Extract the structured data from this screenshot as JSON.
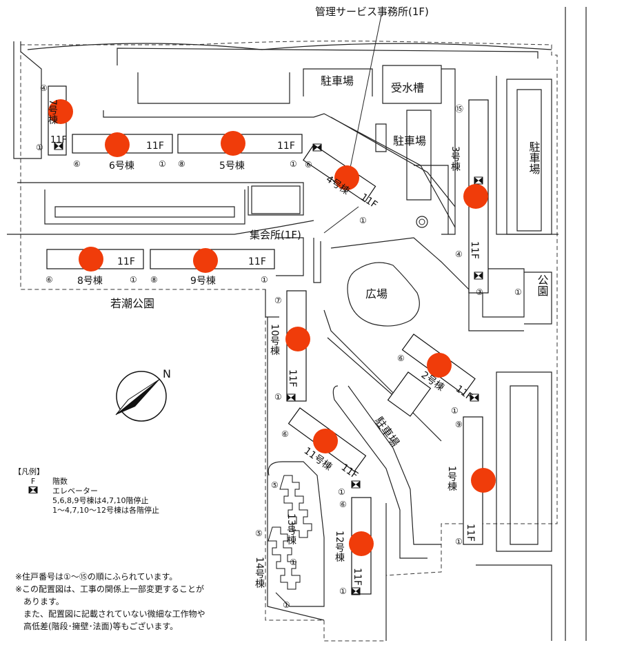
{
  "callouts": {
    "management_office": "管理サービス事務所(1F)",
    "meeting_hall": "集会所(1F)"
  },
  "areas": {
    "parking_top": "駐車場",
    "water_tank": "受水槽",
    "parking_center": "駐車場",
    "parking_right": "駐車場",
    "parking_bottom": "駐車場",
    "plaza": "広場",
    "park_right": "公園",
    "wakashio_park": "若潮公園"
  },
  "buildings": {
    "b7": {
      "name": "7号棟",
      "floors": "11F",
      "unit_a": "④",
      "unit_b": "①"
    },
    "b6": {
      "name": "6号棟",
      "floors": "11F",
      "unit_a": "⑥",
      "unit_b": "①"
    },
    "b5": {
      "name": "5号棟",
      "floors": "11F",
      "unit_a": "⑧",
      "unit_b": "①"
    },
    "b4": {
      "name": "4号棟",
      "floors": "11F",
      "unit_a": "⑥",
      "unit_b": "①"
    },
    "b3": {
      "name": "3号棟",
      "floors": "11F",
      "unit_a": "⑮",
      "unit_b": "④",
      "unit_c": "③",
      "unit_d": "①"
    },
    "b8": {
      "name": "8号棟",
      "floors": "11F",
      "unit_a": "⑥",
      "unit_b": "①"
    },
    "b9": {
      "name": "9号棟",
      "floors": "11F",
      "unit_a": "⑧",
      "unit_b": "①"
    },
    "b10": {
      "name": "10号棟",
      "floors": "11F",
      "unit_a": "⑦",
      "unit_b": "①"
    },
    "b2": {
      "name": "2号棟",
      "floors": "11F",
      "unit_a": "⑥",
      "unit_b": "①"
    },
    "b11": {
      "name": "11号棟",
      "floors": "11F",
      "unit_a": "⑥",
      "unit_b": "①"
    },
    "b1": {
      "name": "1号棟",
      "floors": "11F",
      "unit_a": "⑨",
      "unit_b": "①"
    },
    "b12": {
      "name": "12号棟",
      "floors": "11F",
      "unit_a": "⑥",
      "unit_b": "①"
    },
    "b13": {
      "name": "13号棟",
      "unit_a": "⑤",
      "unit_b": "①"
    },
    "b14": {
      "name": "14号棟",
      "unit_a": "⑤",
      "unit_b": "①"
    }
  },
  "compass": {
    "north": "N"
  },
  "legend": {
    "title": "【凡例】",
    "floor_symbol": "F",
    "floor_label": "階数",
    "elevator_label": "エレベーター",
    "elevator_note_1": "5,6,8,9号棟は4,7,10階停止",
    "elevator_note_2": "1～4,7,10～12号棟は各階停止"
  },
  "notes": [
    "※住戸番号は①～⑮の順にふられています。",
    "※この配置図は、工事の関係上一部変更することが",
    "　あります。",
    "　また、配置図に記載されていない微細な工作物や",
    "　高低差(階段･擁壁･法面)等もございます。"
  ],
  "colors": {
    "marker": "#f03c0a",
    "line": "#222222"
  }
}
